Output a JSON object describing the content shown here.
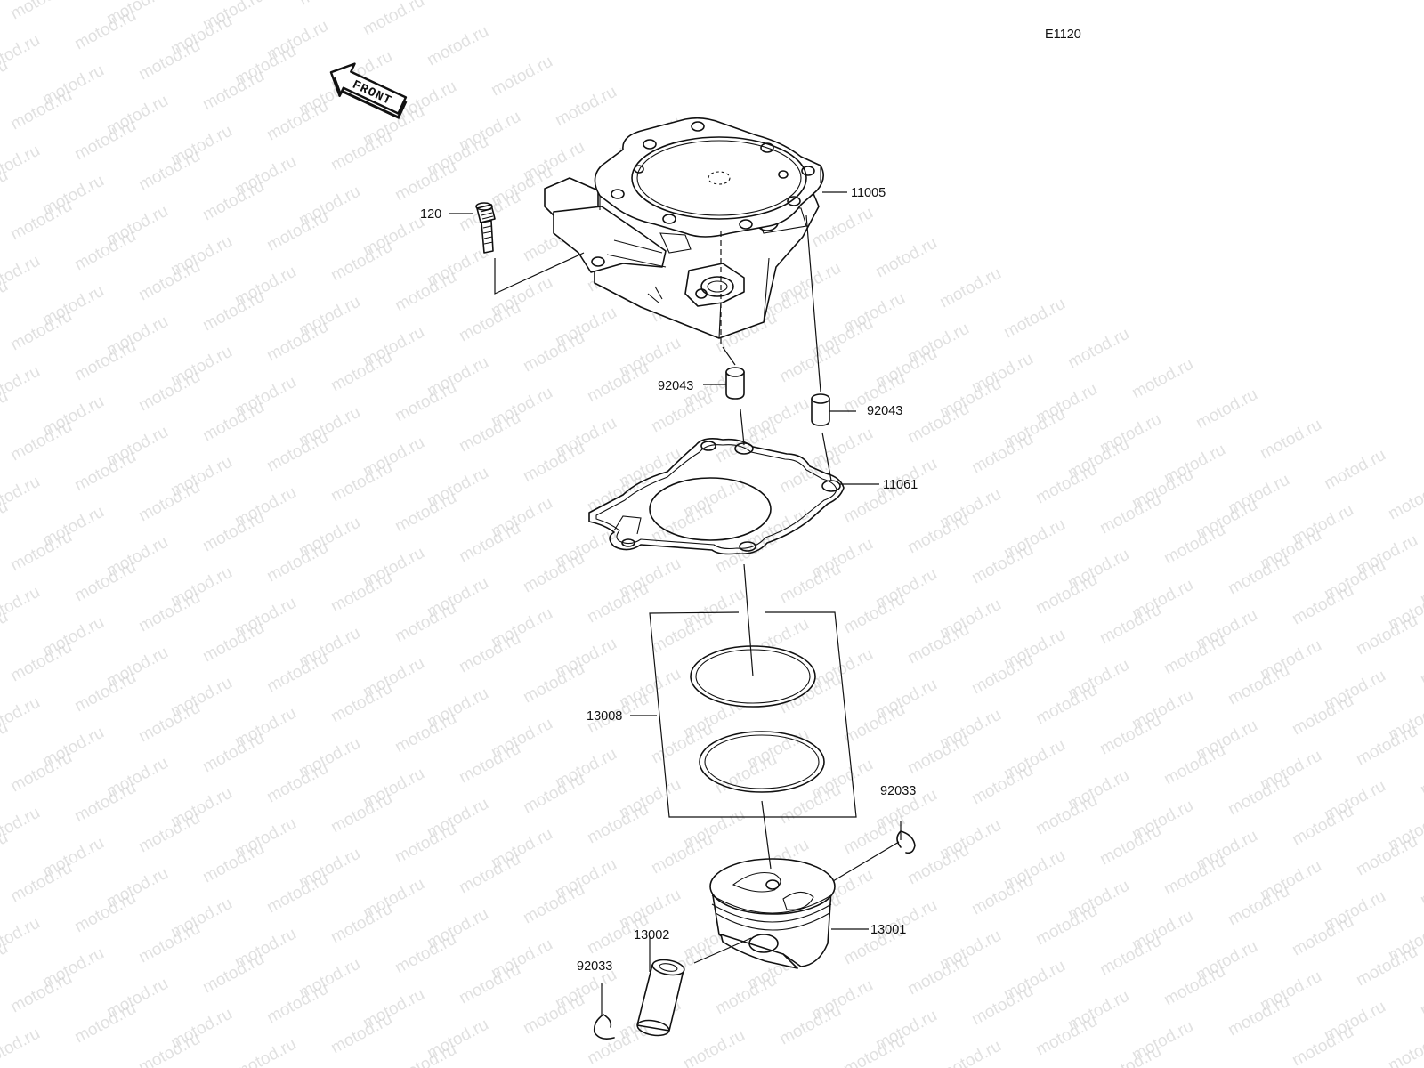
{
  "diagram_code": "E1120",
  "front_arrow_text": "FRONT",
  "watermark_text": "motod.ru",
  "parts": {
    "p120": "120",
    "p11005": "11005",
    "p92043_left": "92043",
    "p92043_right": "92043",
    "p11061": "11061",
    "p13008": "13008",
    "p92033_right": "92033",
    "p13001": "13001",
    "p13002": "13002",
    "p92033_left": "92033"
  }
}
